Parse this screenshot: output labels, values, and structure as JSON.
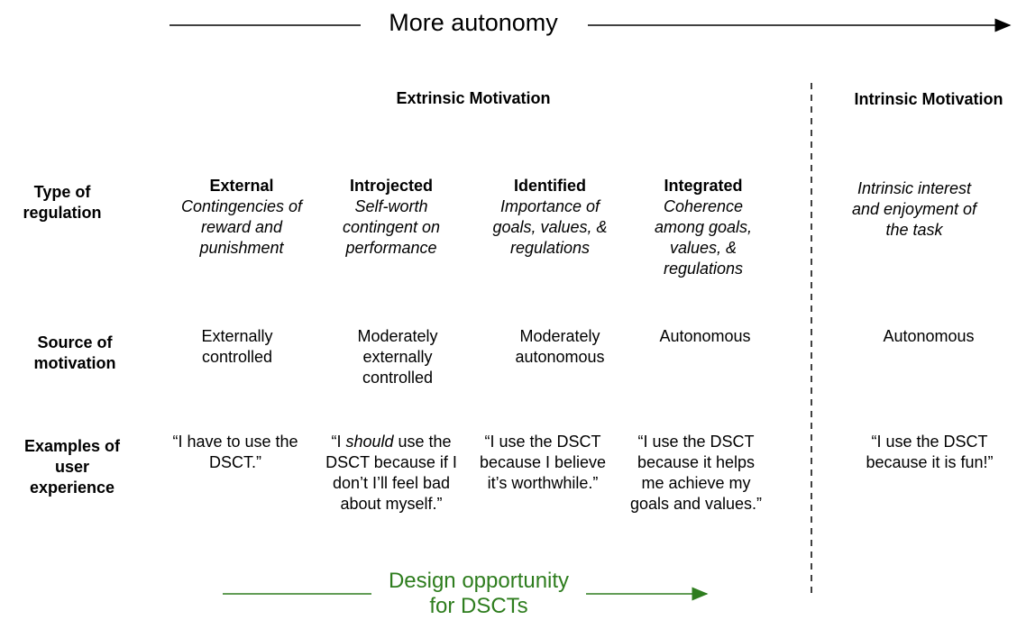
{
  "axis": {
    "title": "More autonomy"
  },
  "sections": {
    "extrinsic": "Extrinsic Motivation",
    "intrinsic": "Intrinsic Motivation"
  },
  "row_labels": {
    "type": "Type of regulation",
    "source": "Source of motivation",
    "examples": "Examples of user experience"
  },
  "columns": [
    {
      "title": "External",
      "description": "Contingencies of reward and punishment",
      "source": "Externally controlled",
      "example": "“I have to use the DSCT.”"
    },
    {
      "title": "Introjected",
      "description": "Self-worth contingent on performance",
      "source": "Moderately externally controlled",
      "example_prefix": "“I ",
      "example_emph": "should",
      "example_suffix": " use the DSCT because if I don’t I’ll feel bad about myself.”"
    },
    {
      "title": "Identified",
      "description": "Importance of goals, values, & regulations",
      "source": "Moderately autonomous",
      "example": "“I use the DSCT because I believe it’s worthwhile.”"
    },
    {
      "title": "Integrated",
      "description": "Coherence among goals, values, & regulations",
      "source": "Autonomous",
      "example": "“I use the DSCT because it helps me achieve my goals and values.”"
    },
    {
      "title": "",
      "description": "Intrinsic interest and enjoyment of the task",
      "source": "Autonomous",
      "example": "“I use the DSCT because it is fun!”"
    }
  ],
  "design": {
    "label": "Design opportunity for DSCTs",
    "color": "#2e7d1e"
  }
}
